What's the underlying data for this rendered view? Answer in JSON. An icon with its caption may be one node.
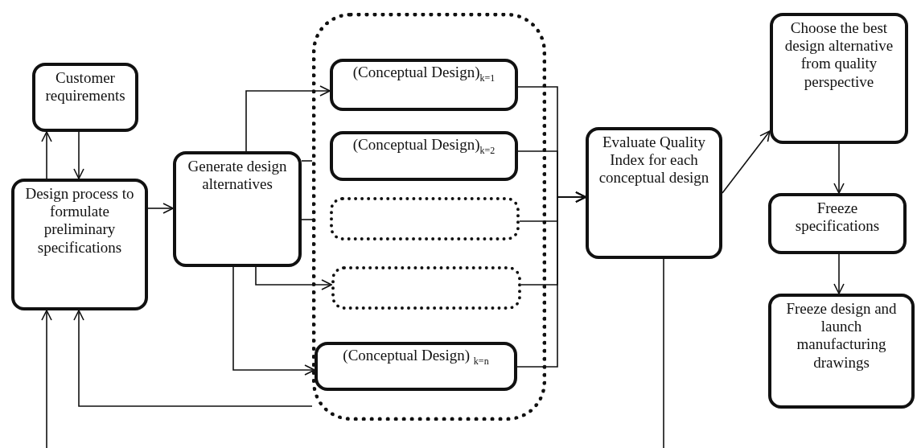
{
  "diagram": {
    "nodes": [
      {
        "text": [
          "Customer requirements"
        ]
      },
      {
        "text": [
          "Design process to formulate preliminary specifications"
        ]
      },
      {
        "text": [
          "Generate design alternatives"
        ]
      },
      {
        "text": [],
        "shape": "box"
      },
      {
        "text": [
          "(Conceptual Design)$_{k=1}$"
        ],
        "in": 3
      },
      {
        "text": [
          "(Conceptual Design)$_{k=2}$"
        ],
        "in": 3
      },
      {
        "text": [],
        "shape": "box",
        "in": 3
      },
      {
        "text": [],
        "shape": "box",
        "in": 3
      },
      {
        "text": [
          "(Conceptual Design) $_{k=n}$"
        ],
        "in": 3
      },
      {
        "text": [
          "Evaluate Quality Index for each conceptual design"
        ]
      },
      {
        "text": [
          "Choose the best design alternative from quality perspective"
        ]
      },
      {
        "text": [
          "Freeze specifications"
        ]
      },
      {
        "text": [
          "Freeze design and launch manufacturing drawings"
        ]
      }
    ],
    "edges": [
      {
        "from": 1,
        "to": 0,
        "arrow": "to"
      },
      {
        "from": 0,
        "to": 1,
        "arrow": "to"
      },
      {
        "from": 1,
        "to": 2,
        "arrow": "to"
      },
      {
        "from": 2,
        "to": 4,
        "arrow": "to"
      },
      {
        "from": 2,
        "to": 3,
        "arrow": "none"
      },
      {
        "from": 2,
        "to": 3,
        "arrow": "none"
      },
      {
        "from": 2,
        "to": 7,
        "arrow": "to"
      },
      {
        "from": 2,
        "to": 8,
        "arrow": "to"
      },
      {
        "from": 3,
        "to": 1,
        "arrow": "to"
      },
      {
        "from": 4,
        "to": 9,
        "arrow": "to"
      },
      {
        "from": 5,
        "to": 9,
        "arrow": "to"
      },
      {
        "from": 6,
        "to": 9,
        "arrow": "to"
      },
      {
        "from": 7,
        "to": 9,
        "arrow": "to"
      },
      {
        "from": 8,
        "to": 9,
        "arrow": "to"
      },
      {
        "from": 9,
        "to": 10,
        "arrow": "to"
      },
      {
        "from": 10,
        "to": 11,
        "arrow": "to"
      },
      {
        "from": 11,
        "to": 12,
        "arrow": "to"
      },
      {
        "from": 9,
        "to": null,
        "arrow": "none"
      },
      {
        "from": null,
        "to": 1,
        "arrow": "to"
      }
    ]
  }
}
